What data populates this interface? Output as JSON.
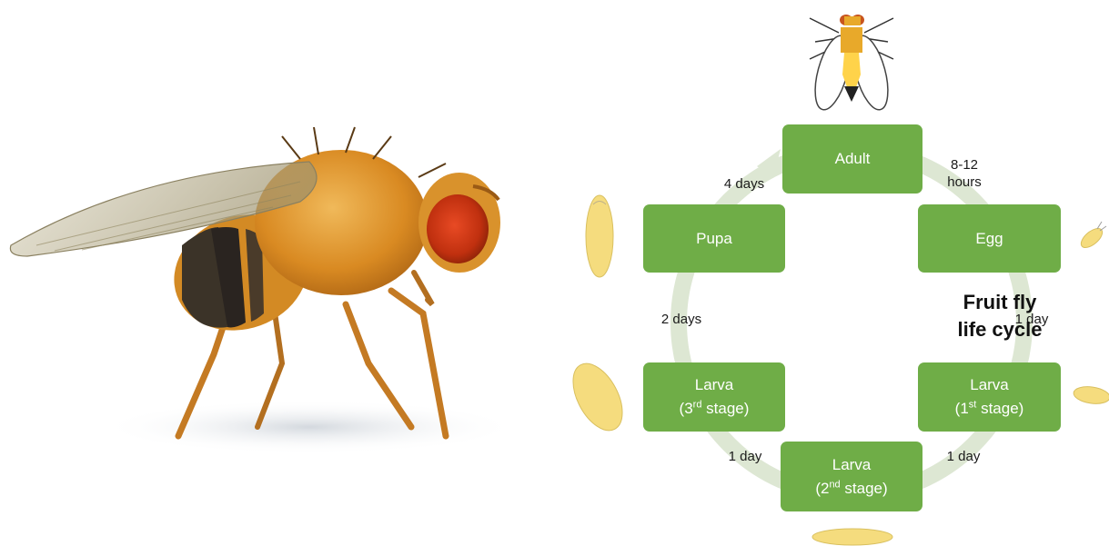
{
  "diagram": {
    "title": [
      "Fruit fly",
      "life cycle"
    ],
    "stages": {
      "adult": {
        "label": "Adult"
      },
      "egg": {
        "label": "Egg"
      },
      "larva1": {
        "label": "Larva",
        "pre": "(1",
        "ord": "st",
        "post": " stage)"
      },
      "larva2": {
        "label": "Larva",
        "pre": "(2",
        "ord": "nd",
        "post": " stage)"
      },
      "larva3": {
        "label": "Larva",
        "pre": "(3",
        "ord": "rd",
        "post": " stage)"
      },
      "pupa": {
        "label": "Pupa"
      }
    },
    "durations": {
      "adult_to_egg": [
        "8-12",
        "hours"
      ],
      "egg_to_larva1": "1 day",
      "larva1_to_larva2": "1 day",
      "larva2_to_larva3": "1 day",
      "larva3_to_pupa": "2 days",
      "pupa_to_adult": "4 days"
    }
  },
  "colors": {
    "stage_box": "#6fad47",
    "cycle_arrow": "#dde7d3",
    "larva": "#f5dc7e",
    "fly_body": "#e8a92a"
  }
}
